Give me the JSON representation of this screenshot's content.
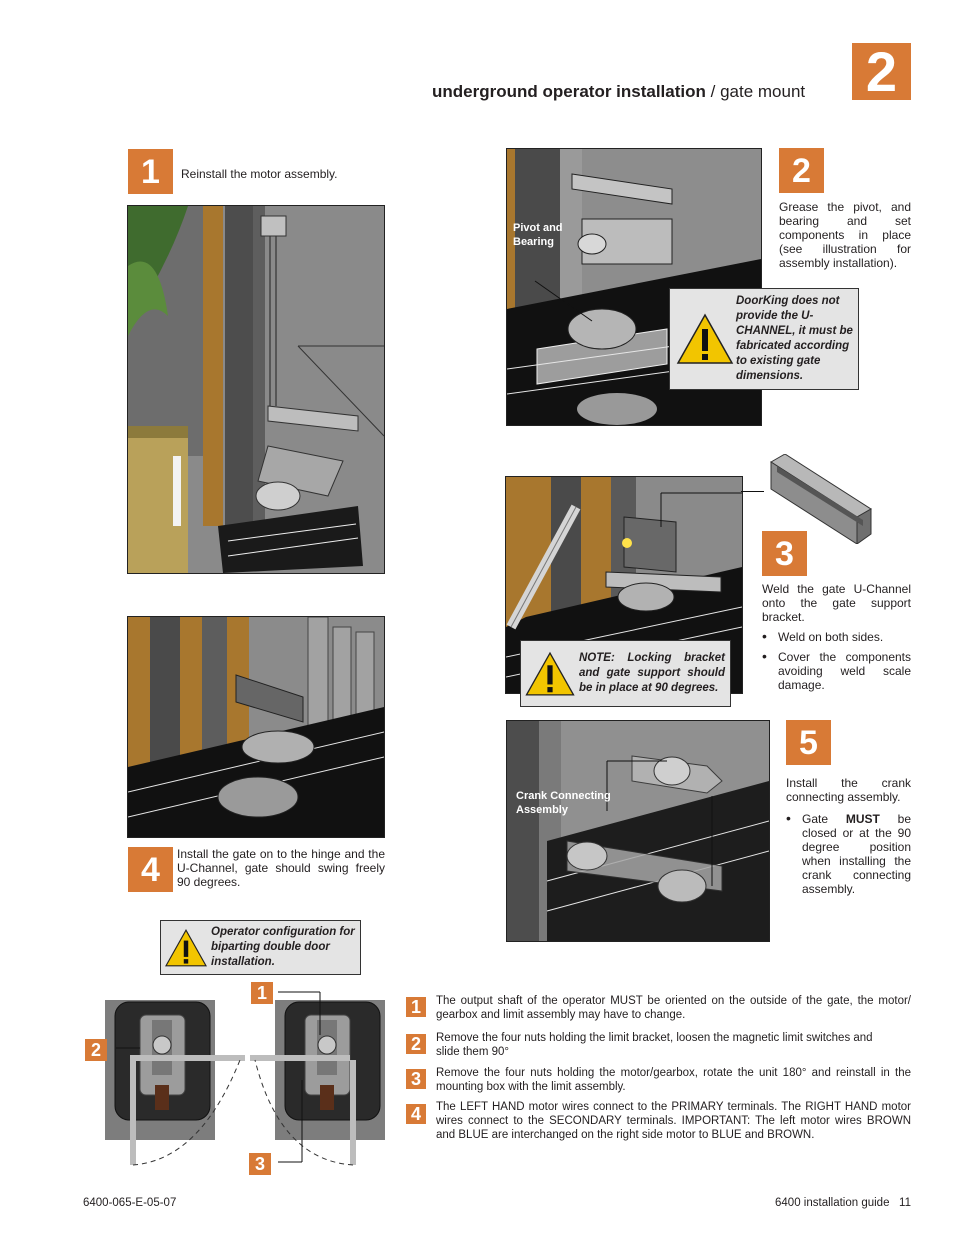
{
  "header": {
    "title_bold": "underground operator installation",
    "title_rest": " / gate mount",
    "section_number": "2"
  },
  "step1": {
    "number": "1",
    "text": "Reinstall the motor assembly."
  },
  "step2": {
    "number": "2",
    "text": "Grease the pivot, and bearing and set components in place (see illustration for assembly installation).",
    "callout": "Pivot and Bearing",
    "warning": "DoorKing does not provide the U-CHANNEL, it must be fabricated according to existing gate dimensions."
  },
  "step3": {
    "number": "3",
    "text": "Weld the gate U-Channel onto the gate support bracket.",
    "bullets": [
      "Weld on both sides.",
      "Cover the components avoiding weld scale damage."
    ],
    "note": "NOTE: Locking bracket and gate support should be in place at 90 degrees."
  },
  "step4": {
    "number": "4",
    "text": "Install the gate on to the hinge and the U-Channel, gate should swing freely 90 degrees."
  },
  "step5": {
    "number": "5",
    "text": "Install the crank connecting assembly.",
    "bullet_pre": "Gate ",
    "bullet_strong": "MUST",
    "bullet_post": " be closed or at the 90 degree position when installing the crank connecting assembly.",
    "callout": "Crank Connecting Assembly"
  },
  "config": {
    "warning": "Operator configuration for biparting double door installation.",
    "diagram_numbers": [
      "1",
      "2",
      "3"
    ],
    "steps": [
      {
        "number": "1",
        "text": "The output shaft of the operator MUST be oriented on the outside of the gate, the motor/ gearbox and limit assembly may have to change."
      },
      {
        "number": "2",
        "text": "Remove the four nuts holding the limit bracket, loosen the magnetic limit switches and slide them 90°"
      },
      {
        "number": "3",
        "text": "Remove the four nuts holding the motor/gearbox, rotate the unit 180° and reinstall in the mounting box with the limit assembly."
      },
      {
        "number": "4",
        "text": "The LEFT HAND motor wires connect to the PRIMARY terminals.  The RIGHT HAND motor wires connect to the SECONDARY terminals.  IMPORTANT: The left motor wires BROWN and BLUE are interchanged on the right side motor to BLUE and BROWN."
      }
    ]
  },
  "footer": {
    "left": "6400-065-E-05-07",
    "right": "6400 installation guide   11"
  },
  "colors": {
    "accent": "#d87a36",
    "warning_bg": "#e4e4e4",
    "warning_icon": "#f2c500"
  }
}
